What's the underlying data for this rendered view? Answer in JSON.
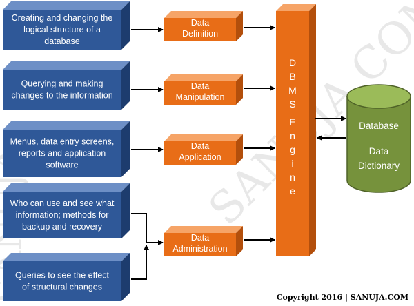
{
  "inputs": [
    {
      "lines": [
        "Creating and changing the",
        "logical structure of a",
        "database"
      ]
    },
    {
      "lines": [
        "Querying and making",
        "changes to the information"
      ]
    },
    {
      "lines": [
        "Menus, data entry screens,",
        "reports and application",
        "software"
      ]
    },
    {
      "lines": [
        "Who can use and see what",
        "information; methods for",
        "backup and recovery"
      ]
    },
    {
      "lines": [
        "Queries to see the effect",
        "of structural changes"
      ]
    }
  ],
  "processes": [
    {
      "lines": [
        "Data",
        "Definition"
      ]
    },
    {
      "lines": [
        "Data",
        "Manipulation"
      ]
    },
    {
      "lines": [
        "Data",
        "Application"
      ]
    },
    {
      "lines": [
        "Data",
        "Administration"
      ]
    }
  ],
  "engine": {
    "label": "DBMS Engine"
  },
  "database": {
    "line1": "Database",
    "line2": "Data",
    "line3": "Dictionary"
  },
  "watermark": "SANUJA.COM",
  "copyright": "Copyright 2016 | SANUJA.COM",
  "colors": {
    "input_front": "#2f5898",
    "input_top": "#6d8fc6",
    "input_side": "#1d3c6e",
    "process_front": "#e86d17",
    "process_top": "#f6a467",
    "process_side": "#b34f0c",
    "db_body": "#76923c",
    "db_top": "#9bbb59",
    "arrow": "#000000"
  }
}
